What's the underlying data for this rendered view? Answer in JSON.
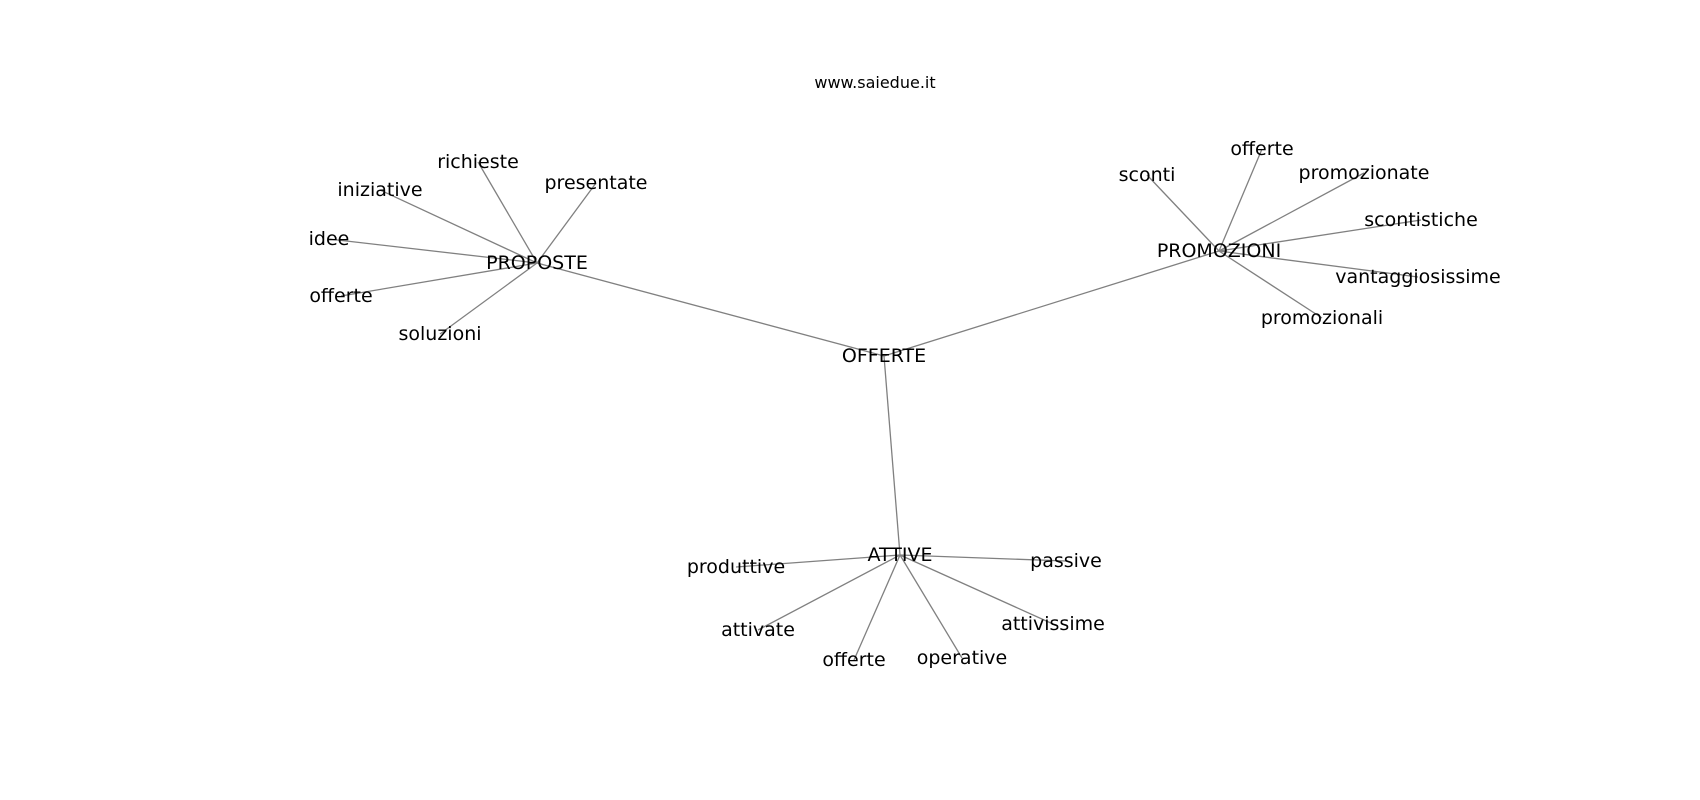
{
  "title": "www.saiedue.it",
  "nodes": [
    {
      "id": "offerte_center",
      "label": "OFFERTE"
    },
    {
      "id": "proposte",
      "label": "PROPOSTE"
    },
    {
      "id": "promozioni",
      "label": "PROMOZIONI"
    },
    {
      "id": "attive",
      "label": "ATTIVE"
    },
    {
      "id": "richieste",
      "label": "richieste"
    },
    {
      "id": "presentate",
      "label": "presentate"
    },
    {
      "id": "iniziative",
      "label": "iniziative"
    },
    {
      "id": "idee",
      "label": "idee"
    },
    {
      "id": "offerte_p",
      "label": "offerte"
    },
    {
      "id": "soluzioni",
      "label": "soluzioni"
    },
    {
      "id": "sconti",
      "label": "sconti"
    },
    {
      "id": "offerte_pr",
      "label": "offerte"
    },
    {
      "id": "promozionate",
      "label": "promozionate"
    },
    {
      "id": "scontistiche",
      "label": "scontistiche"
    },
    {
      "id": "vantaggiosissime",
      "label": "vantaggiosissime"
    },
    {
      "id": "promozionali",
      "label": "promozionali"
    },
    {
      "id": "produttive",
      "label": "produttive"
    },
    {
      "id": "passive",
      "label": "passive"
    },
    {
      "id": "attivate",
      "label": "attivate"
    },
    {
      "id": "attivissime",
      "label": "attivissime"
    },
    {
      "id": "offerte_a",
      "label": "offerte"
    },
    {
      "id": "operative",
      "label": "operative"
    }
  ],
  "edges": [
    [
      "offerte_center",
      "proposte"
    ],
    [
      "offerte_center",
      "promozioni"
    ],
    [
      "offerte_center",
      "attive"
    ],
    [
      "proposte",
      "richieste"
    ],
    [
      "proposte",
      "presentate"
    ],
    [
      "proposte",
      "iniziative"
    ],
    [
      "proposte",
      "idee"
    ],
    [
      "proposte",
      "offerte_p"
    ],
    [
      "proposte",
      "soluzioni"
    ],
    [
      "promozioni",
      "sconti"
    ],
    [
      "promozioni",
      "offerte_pr"
    ],
    [
      "promozioni",
      "promozionate"
    ],
    [
      "promozioni",
      "scontistiche"
    ],
    [
      "promozioni",
      "vantaggiosissime"
    ],
    [
      "promozioni",
      "promozionali"
    ],
    [
      "attive",
      "produttive"
    ],
    [
      "attive",
      "passive"
    ],
    [
      "attive",
      "attivate"
    ],
    [
      "attive",
      "attivissime"
    ],
    [
      "attive",
      "offerte_a"
    ],
    [
      "attive",
      "operative"
    ]
  ]
}
